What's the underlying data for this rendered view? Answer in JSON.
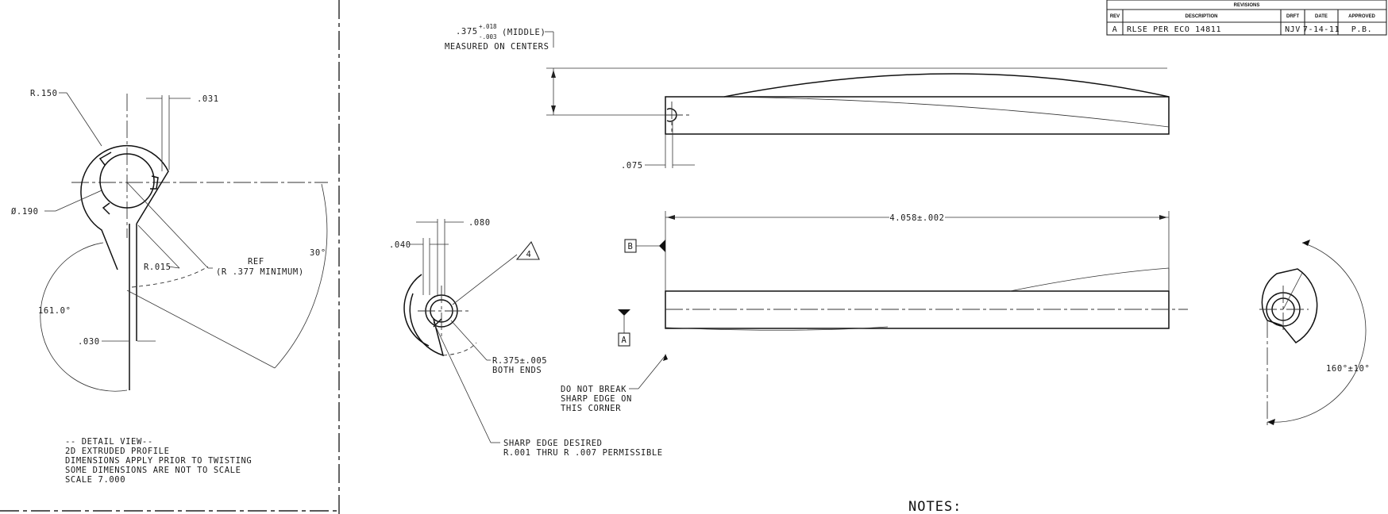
{
  "revisions": {
    "title": "REVISIONS",
    "headers": {
      "rev": "REV",
      "description": "DESCRIPTION",
      "drft": "DRFT",
      "date": "DATE",
      "approved": "APPROVED"
    },
    "rows": [
      {
        "rev": "A",
        "description": "RLSE PER ECO 14811",
        "drft": "NJV",
        "date": "7-14-11",
        "approved": "P.B."
      }
    ]
  },
  "detail_view": {
    "dims": {
      "r150": "R.150",
      "d031": ".031",
      "dia190": "Ø.190",
      "ref": "REF",
      "r377": "(R .377 MINIMUM)",
      "r015": "R.015",
      "ang30": "30°",
      "ang161": "161.0°",
      "d030": ".030"
    },
    "note": [
      "-- DETAIL VIEW--",
      "2D EXTRUDED PROFILE",
      "DIMENSIONS APPLY PRIOR TO TWISTING",
      "SOME DIMENSIONS ARE NOT TO SCALE",
      "SCALE  7.000"
    ]
  },
  "top_view": {
    "dim_main": ".375",
    "tol_plus": "+.018",
    "tol_minus": "-.003",
    "dim_middle": "(MIDDLE)",
    "dim_measured": "MEASURED ON CENTERS",
    "d075": ".075"
  },
  "end_view_left": {
    "d080": ".080",
    "d040": ".040",
    "flag": "4",
    "r375": "R.375±.005",
    "both_ends": "BOTH ENDS",
    "sharp": "SHARP EDGE DESIRED",
    "sharp_range": "R.001 THRU R .007 PERMISSIBLE"
  },
  "front_view": {
    "length": "4.058±.002",
    "datum_b": "B",
    "datum_a": "A",
    "note": [
      "DO NOT BREAK",
      "SHARP EDGE ON",
      "THIS CORNER"
    ]
  },
  "end_view_right": {
    "angle": "160°±10°"
  },
  "notes": {
    "title": "NOTES:"
  }
}
